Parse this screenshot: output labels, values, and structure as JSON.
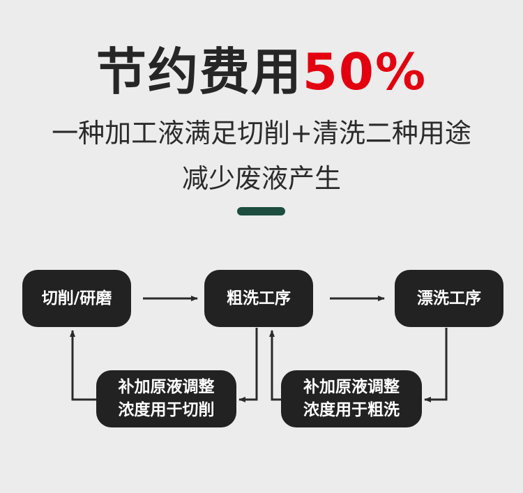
{
  "header": {
    "title_main": "节约费用",
    "title_highlight": "50%",
    "line1": "一种加工液满足切削+清洗二种用途",
    "line2": "减少废液产生"
  },
  "flow": {
    "step1": "切削/研磨",
    "step2": "粗洗工序",
    "step3": "漂洗工序",
    "feedback1": [
      "补加原液调整",
      "浓度用于切削"
    ],
    "feedback2": [
      "补加原液调整",
      "浓度用于粗洗"
    ]
  },
  "colors": {
    "highlight": "#e3000f",
    "accent_bar": "#1d4d3e",
    "box": "#222222"
  }
}
